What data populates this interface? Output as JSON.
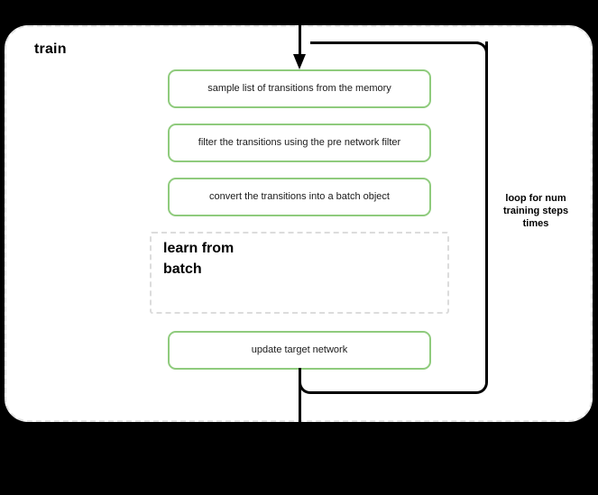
{
  "diagram": {
    "title": "train",
    "loop_label": "loop for num\ntraining steps\ntimes",
    "loop_label_lines": [
      "loop for num",
      "training steps",
      "times"
    ],
    "nodes": [
      {
        "id": "sample",
        "label": "sample list of transitions from the memory",
        "style": "green-box"
      },
      {
        "id": "filter",
        "label": "filter the transitions using the pre network filter",
        "style": "green-box"
      },
      {
        "id": "convert",
        "label": "convert the transitions into a batch object",
        "style": "green-box"
      },
      {
        "id": "update",
        "label": "update target network",
        "style": "green-box"
      }
    ],
    "subgroup": {
      "title": "learn from batch",
      "title_lines": [
        "learn from",
        "batch"
      ]
    },
    "colors": {
      "node_border": "#8fcb7d",
      "node_fill": "#ffffff",
      "group_border": "#e3e3e3",
      "subgroup_border": "#dcdcdc",
      "connector": "#000000",
      "page_background": "#000000",
      "text": "#1a1a1a"
    }
  }
}
